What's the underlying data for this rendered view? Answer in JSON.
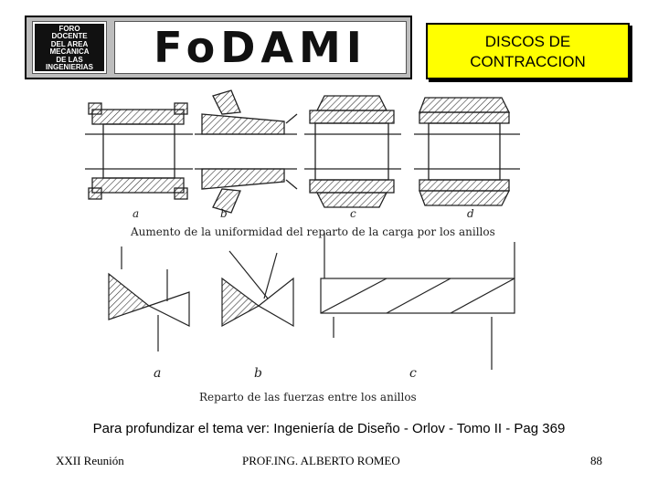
{
  "logo": {
    "side_text": "FORO\nDOCENTE\nDEL AREA\nMECANICA\nDE LAS\nINGENIERIAS",
    "brand": "FoDAMI"
  },
  "title": "DISCOS DE\nCONTRACCION",
  "figure": {
    "labels_top": [
      "a",
      "b",
      "c",
      "d"
    ],
    "caption_top": "Aumento de la uniformidad del reparto de la carga por los anillos",
    "labels_bottom": [
      "a",
      "b",
      "c"
    ],
    "caption_bottom": "Reparto de las fuerzas entre los anillos"
  },
  "reference": "Para profundizar el tema ver: Ingeniería de Diseño - Orlov - Tomo II - Pag 369",
  "footer": {
    "left": "XXII Reunión",
    "center": "PROF.ING. ALBERTO ROMEO",
    "page": "88"
  }
}
